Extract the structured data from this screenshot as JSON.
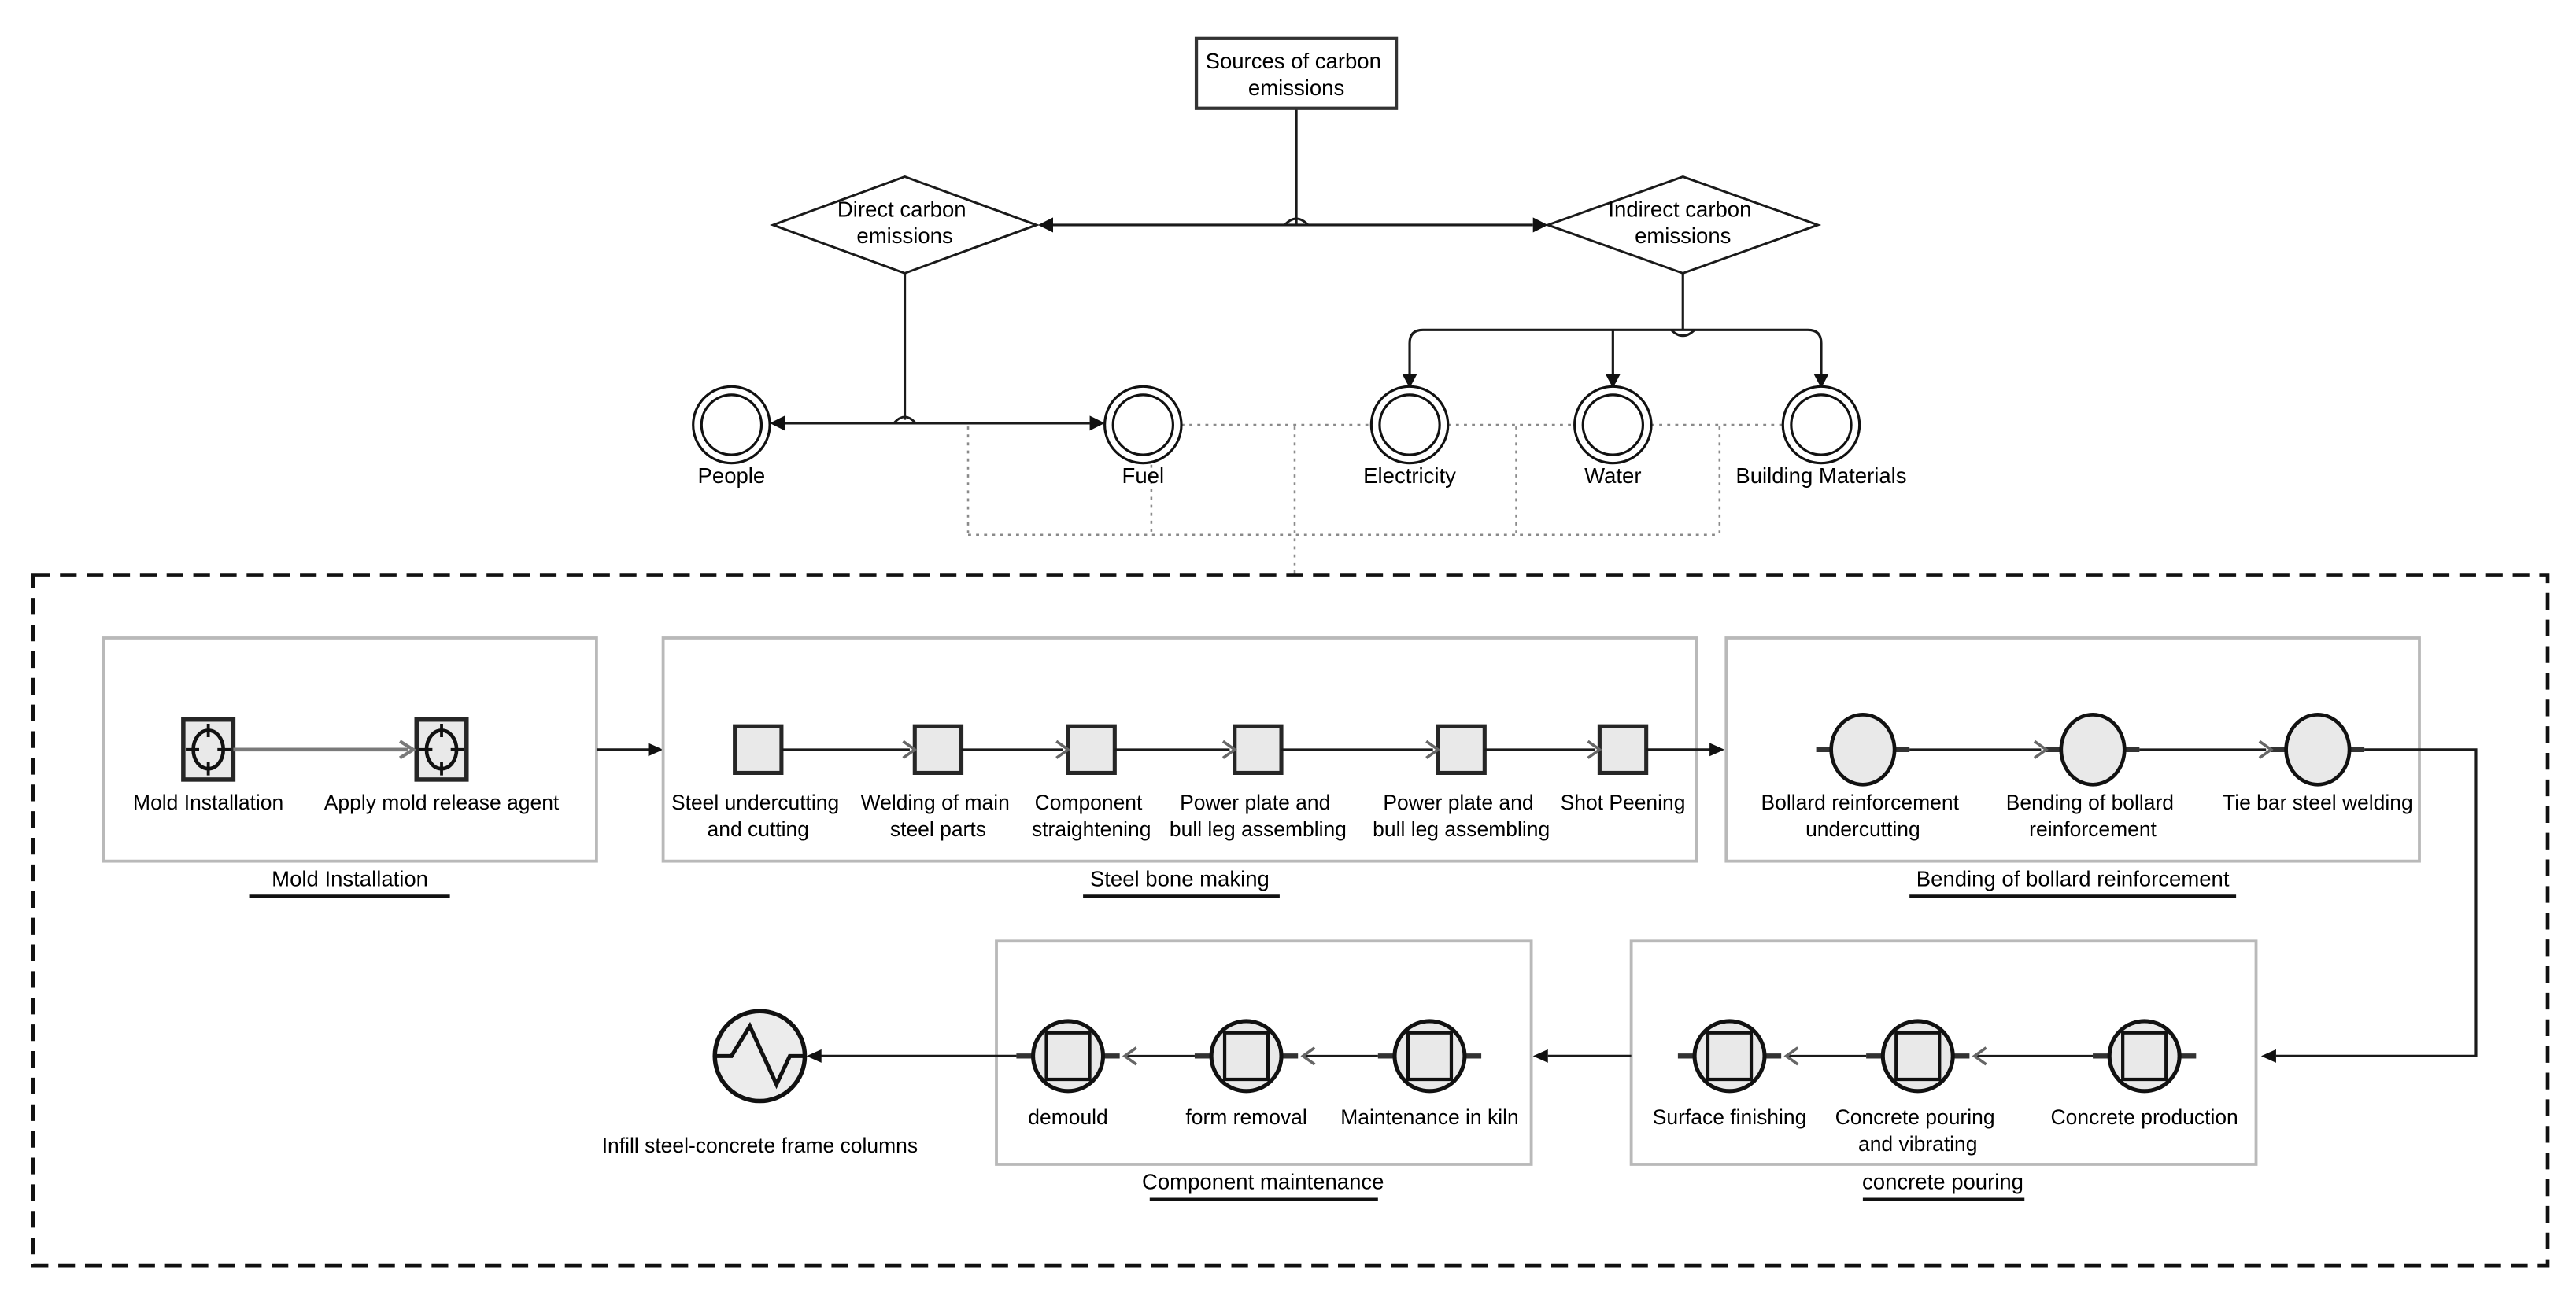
{
  "top": {
    "root": {
      "l1": "Sources of carbon",
      "l2": "emissions"
    },
    "direct": {
      "l1": "Direct carbon",
      "l2": "emissions"
    },
    "indirect": {
      "l1": "Indirect carbon",
      "l2": "emissions"
    },
    "sources": {
      "people": "People",
      "fuel": "Fuel",
      "electricity": "Electricity",
      "water": "Water",
      "building_materials": "Building Materials"
    }
  },
  "process": {
    "groups": [
      {
        "caption": "Mold Installation",
        "steps": [
          {
            "l1": "Mold Installation",
            "l2": ""
          },
          {
            "l1": "Apply mold release agent",
            "l2": ""
          }
        ]
      },
      {
        "caption": "Steel bone making",
        "steps": [
          {
            "l1": "Steel undercutting",
            "l2": "and cutting"
          },
          {
            "l1": "Welding of main",
            "l2": "steel parts"
          },
          {
            "l1": "Component",
            "l2": "straightening"
          },
          {
            "l1": "Power plate and",
            "l2": "bull leg assembling"
          },
          {
            "l1": "Power plate and",
            "l2": "bull leg assembling"
          },
          {
            "l1": "Shot Peening",
            "l2": ""
          }
        ]
      },
      {
        "caption": "Bending of bollard reinforcement",
        "steps": [
          {
            "l1": "Bollard reinforcement",
            "l2": "undercutting"
          },
          {
            "l1": "Bending of bollard",
            "l2": "reinforcement"
          },
          {
            "l1": "Tie bar steel welding",
            "l2": ""
          }
        ]
      },
      {
        "caption": "concrete pouring",
        "steps": [
          {
            "l1": "Surface finishing",
            "l2": ""
          },
          {
            "l1": "Concrete pouring",
            "l2": "and vibrating"
          },
          {
            "l1": "Concrete production",
            "l2": ""
          }
        ]
      },
      {
        "caption": "Component maintenance",
        "steps": [
          {
            "l1": "demould",
            "l2": ""
          },
          {
            "l1": "form removal",
            "l2": ""
          },
          {
            "l1": "Maintenance in kiln",
            "l2": ""
          }
        ]
      }
    ],
    "end_node": {
      "label": "Infill steel-concrete frame columns"
    }
  },
  "colors": {
    "background": "#ffffff",
    "line": "#1a1a1a",
    "group_box_border": "#b9b9b9",
    "icon_fill": "#e9e9e9",
    "dotted_line": "#8a8a8a",
    "text": "#000000"
  }
}
